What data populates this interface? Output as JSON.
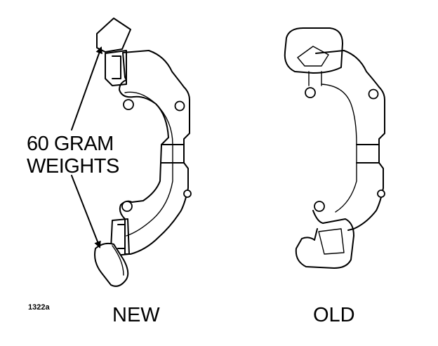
{
  "callout": {
    "line1": "60 GRAM",
    "line2": "WEIGHTS"
  },
  "figure_number": "1322a",
  "captions": {
    "new": "NEW",
    "old": "OLD"
  }
}
